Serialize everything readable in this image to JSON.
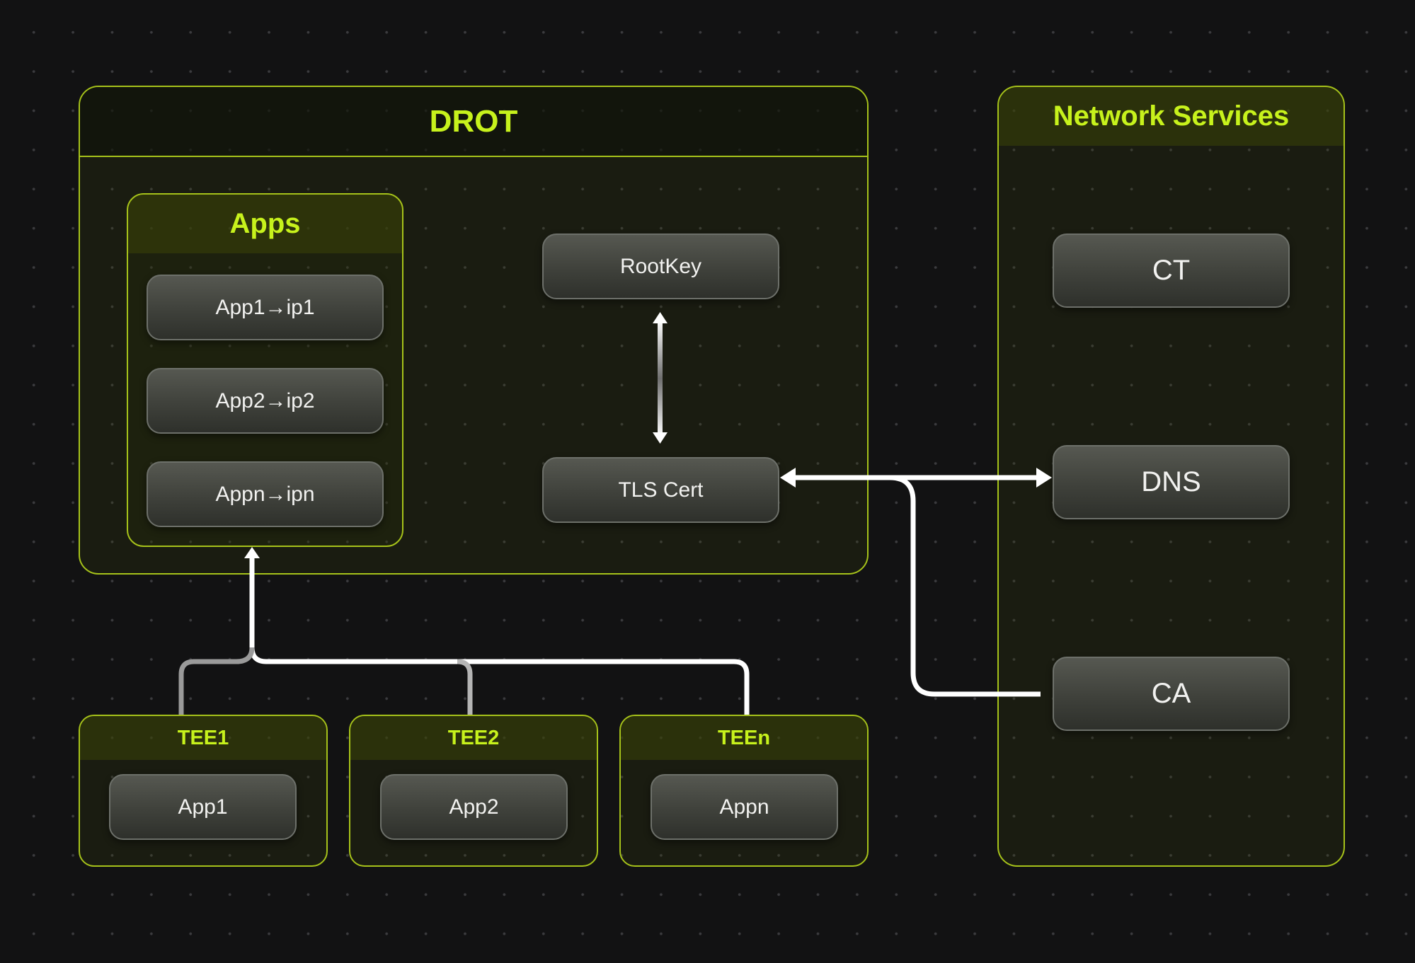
{
  "drot": {
    "title": "DROT"
  },
  "apps": {
    "title": "Apps",
    "items": [
      "App1→ip1",
      "App2→ip2",
      "Appn→ipn"
    ]
  },
  "rootkey": {
    "label": "RootKey"
  },
  "tls_cert": {
    "label": "TLS Cert"
  },
  "network_services": {
    "title": "Network Services",
    "items": [
      "CT",
      "DNS",
      "CA"
    ]
  },
  "tees": [
    {
      "title": "TEE1",
      "app": "App1"
    },
    {
      "title": "TEE2",
      "app": "App2"
    },
    {
      "title": "TEEn",
      "app": "Appn"
    }
  ],
  "colors": {
    "background": "#121213",
    "accent": "#c7f21c",
    "border": "#a6c21a",
    "node_text": "#f2f2f0",
    "arrow": "#ffffff"
  }
}
